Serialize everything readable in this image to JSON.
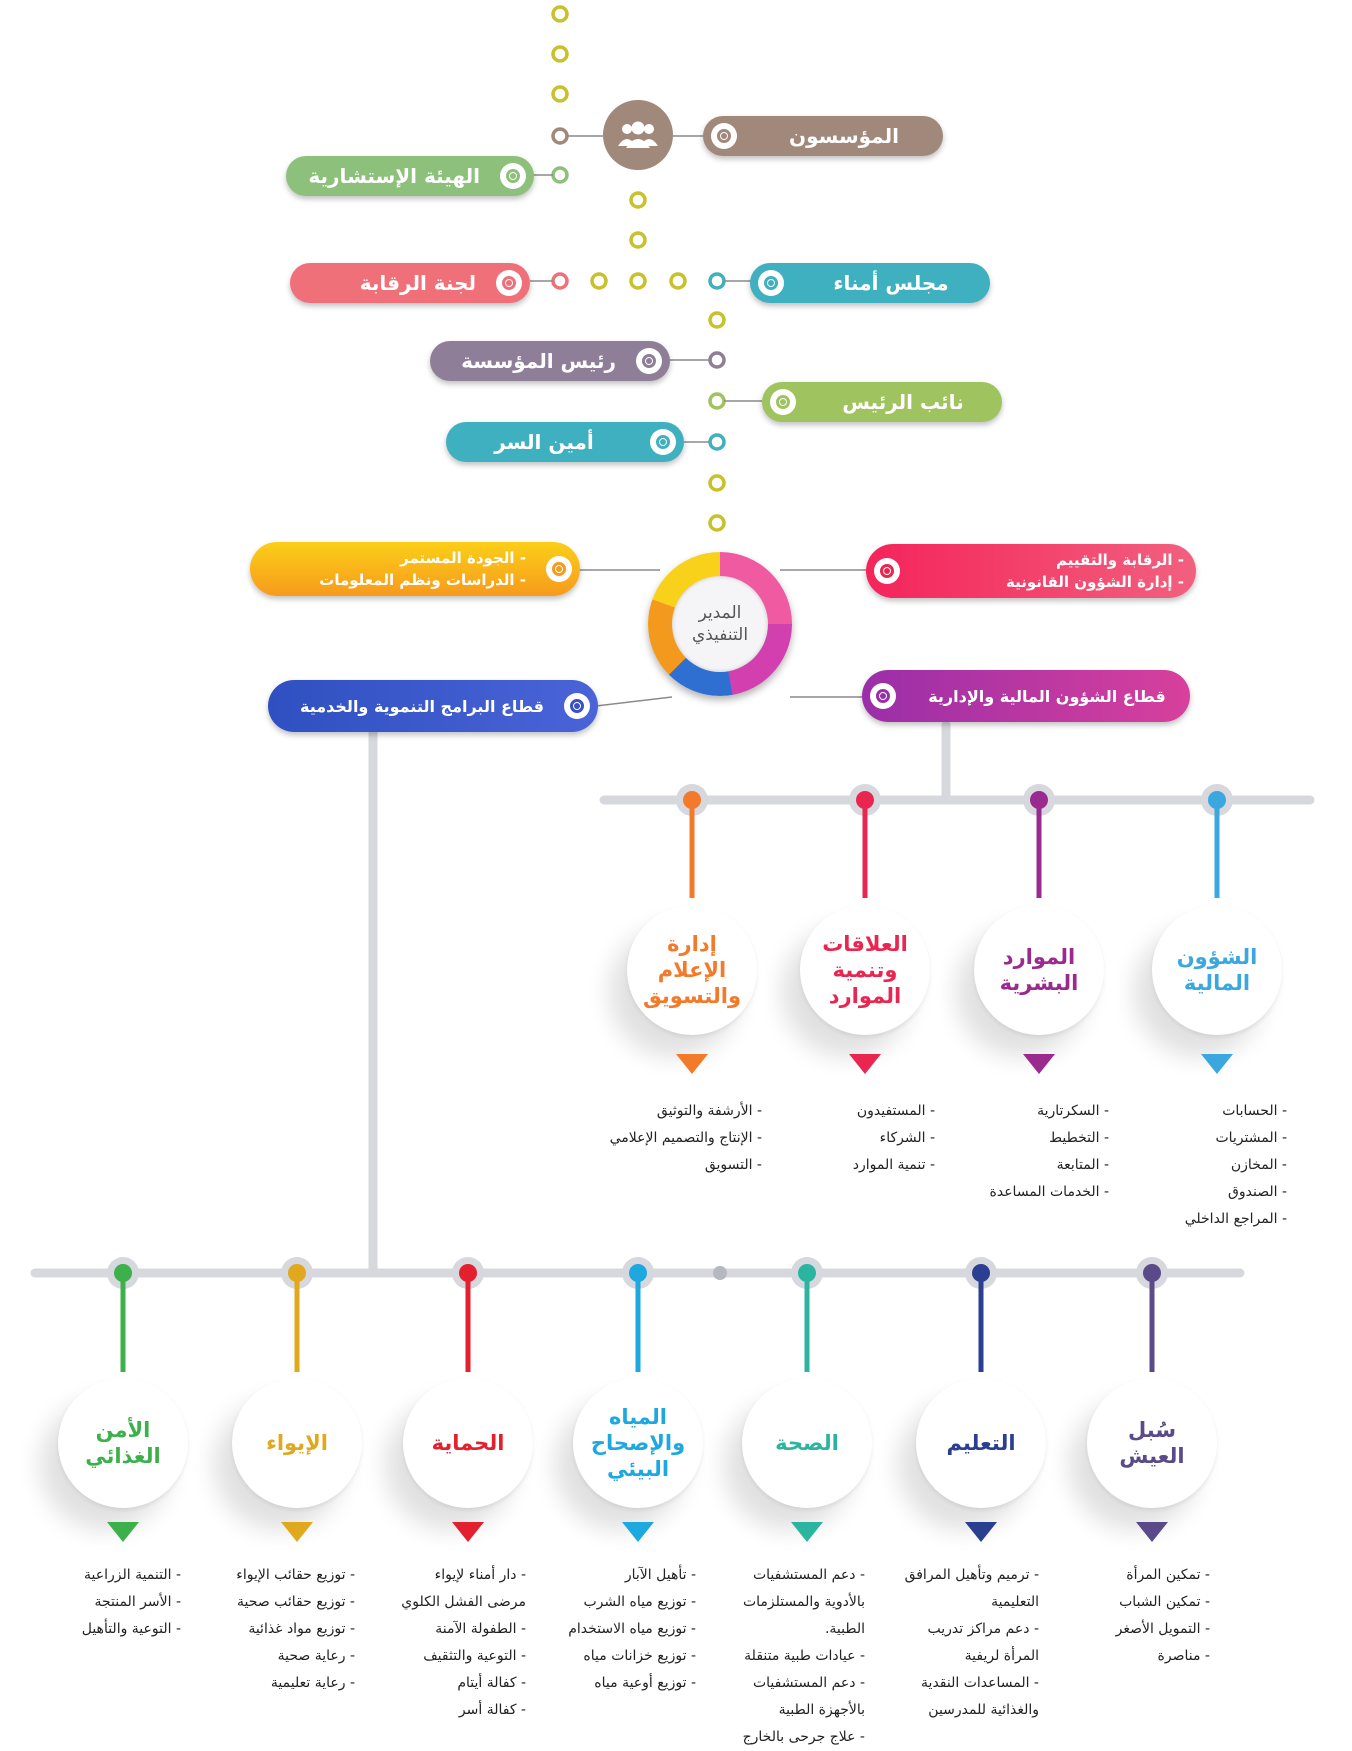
{
  "governance": {
    "founders": "المؤسسون",
    "advisory": "الهيئة الإستشارية",
    "trustees": "مجلس أمناء",
    "oversight": "لجنة الرقابة",
    "president": "رئيس المؤسسة",
    "vice_president": "نائب الرئيس",
    "secretary": "أمين السر"
  },
  "executive": {
    "line1": "المدير",
    "line2": "التنفيذي"
  },
  "units": {
    "quality_1": "- الجودة المستمر",
    "quality_2": "- الدراسات ونظم المعلومات",
    "control_1": "- الرقابة والتقييم",
    "control_2": "- إدارة الشؤون القانونية",
    "programs_sector": "قطاع البرامج التنموية والخدمية",
    "finance_sector": "قطاع الشؤون المالية والإدارية"
  },
  "admin_departments": [
    {
      "name": "الشؤون المالية",
      "color": "#3aa7df",
      "items": [
        "- الحسابات",
        "- المشتريات",
        "- المخازن",
        "- الصندوق",
        "- المراجع الداخلي"
      ]
    },
    {
      "name": "الموارد البشرية",
      "color": "#9b2a8e",
      "items": [
        "- السكرتارية",
        "- التخطيط",
        "- المتابعة",
        "- الخدمات المساعدة"
      ]
    },
    {
      "name": "العلاقات وتنمية الموارد",
      "color": "#e8264f",
      "items": [
        "- المستفيدون",
        "- الشركاء",
        "- تنمية الموارد"
      ]
    },
    {
      "name": "إدارة الإعلام والتسويق",
      "color": "#f37a2a",
      "items": [
        "- الأرشفة والتوثيق",
        "- الإنتاج والتصميم الإعلامي",
        "- التسويق"
      ]
    }
  ],
  "program_departments": [
    {
      "name": "سُبل العيش",
      "color": "#5a4a8a",
      "items": [
        "- تمكين المرأة",
        "- تمكين الشباب",
        "- التمويل الأصغر",
        "- مناصرة"
      ]
    },
    {
      "name": "التعليم",
      "color": "#2a3f8f",
      "items": [
        "- ترميم وتأهيل المرافق",
        "التعليمية",
        "- دعم مراكز تدريب",
        "المرأة لريفية",
        "- المساعدات النقدية",
        "والغذائية للمدرسين"
      ]
    },
    {
      "name": "الصحة",
      "color": "#2bb5a0",
      "items": [
        "- دعم المستشفيات",
        "بالأدوية والمستلزمات",
        "الطبية.",
        "- عيادات طبية متنقلة",
        "- دعم المستشفيات",
        "بالأجهزة الطبية",
        "- علاج جرحى بالخارج"
      ]
    },
    {
      "name": "المياه والإصحاح البيئي",
      "color": "#1ea8e0",
      "items": [
        "- تأهيل الآبار",
        "- توزيع مياه الشرب",
        "- توزيع مياه الاستخدام",
        "- توزيع خزانات مياه",
        "- توزيع أوعية مياه"
      ]
    },
    {
      "name": "الحماية",
      "color": "#e2202e",
      "items": [
        "- دار أمناء لإيواء",
        "مرضى الفشل الكلوي",
        "- الطفولة الآمنة",
        "- التوعية والتثقيف",
        "- كفالة أيتام",
        "- كفالة أسر"
      ]
    },
    {
      "name": "الإيواء",
      "color": "#e0a81c",
      "items": [
        "- توزيع حقائب الإيواء",
        "- توزيع حقائب صحية",
        "- توزيع مواد غذائية",
        "- رعاية صحية",
        "- رعاية تعليمية"
      ]
    },
    {
      "name": "الأمن الغذائي",
      "color": "#3cb04a",
      "items": [
        "- التنمية الزراعية",
        "- الأسر المنتجة",
        "- التوعية والتأهيل"
      ]
    }
  ],
  "colors": {
    "founders": "#a0887a",
    "advisory": "#8dc07a",
    "trustees": "#3fb0bf",
    "oversight": "#f0707a",
    "president": "#8f7e97",
    "vice_president": "#9fc35e",
    "secretary": "#3fb0bf",
    "quality": "#f9a11b",
    "control": "#f0306a",
    "programs": "#3a4fc8",
    "finance": "#b03aa8",
    "connector": "#d6d8dd"
  }
}
